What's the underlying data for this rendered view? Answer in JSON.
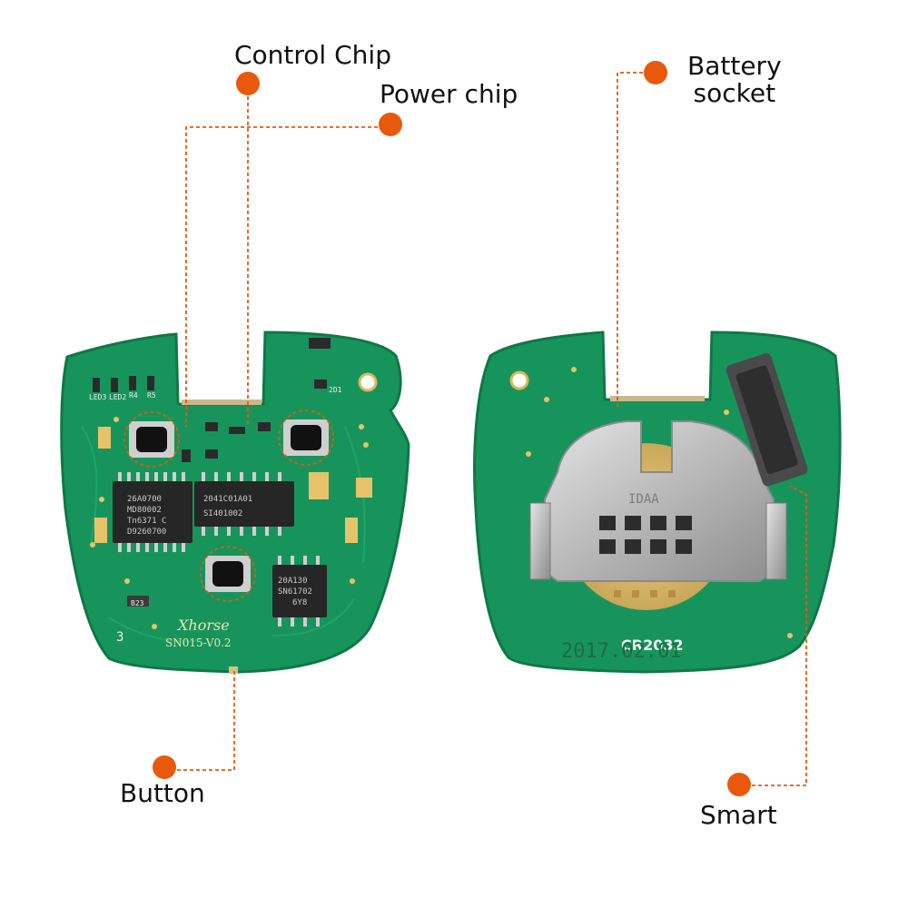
{
  "labels": {
    "control_chip": "Control Chip",
    "power_chip": "Power chip",
    "battery_socket_line1": "Battery",
    "battery_socket_line2": "socket",
    "button": "Button",
    "smart": "Smart"
  },
  "board_front": {
    "brand": "Xhorse",
    "model": "SN015-V0.2",
    "chip_main_lines": [
      "26A0700",
      "MD80002",
      "Tn6371 C",
      "D9260700"
    ],
    "chip_center_lines": [
      "2041C01A01",
      "SI401002"
    ],
    "chip_small_lines": [
      "20A130",
      "SN61702",
      "6Y8"
    ],
    "silk": [
      "LED3",
      "LED2",
      "R4",
      "R5",
      "2D1",
      "B23",
      "3"
    ]
  },
  "board_back": {
    "battery_marking": "CR2032",
    "stamp_text": "IDAA",
    "date_print": "2017.02.01"
  },
  "colors": {
    "accent_dot": "#e8590c",
    "leader_line": "#e8590c",
    "pcb_green": "#15925a",
    "pcb_dark": "#0d6f41"
  }
}
